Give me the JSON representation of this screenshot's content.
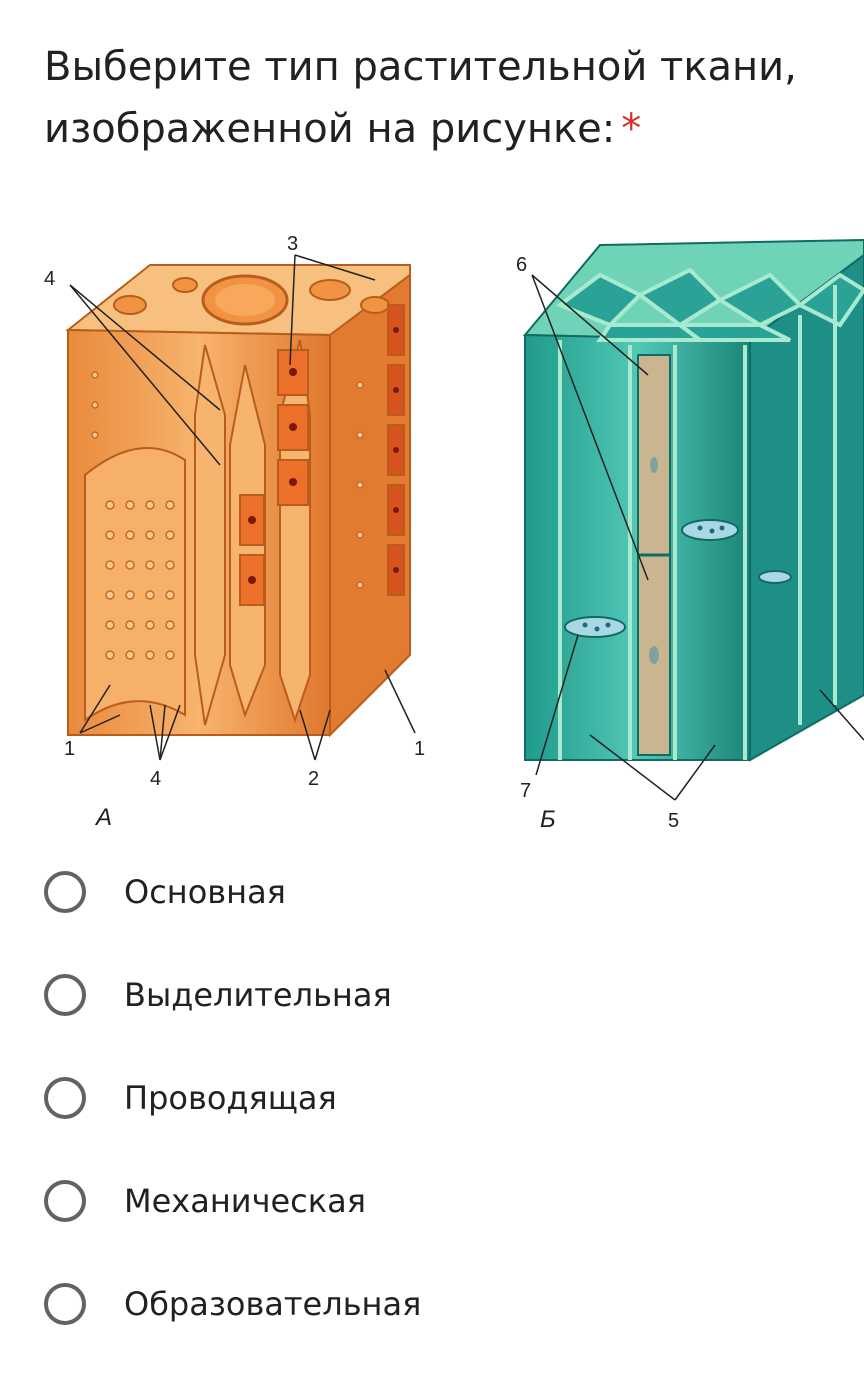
{
  "question": {
    "title_line1": "Выберите тип растительной ткани,",
    "title_line2": "изображенной на рисунке:",
    "required_mark": "*"
  },
  "figure": {
    "panel_a": {
      "letter": "А",
      "labels": [
        "4",
        "3",
        "1",
        "4",
        "2",
        "1"
      ]
    },
    "panel_b": {
      "letter": "Б",
      "labels": [
        "6",
        "7",
        "5"
      ]
    },
    "colors": {
      "panel_a_fill": "#f5a55a",
      "panel_a_dark": "#e4782e",
      "panel_b_fill": "#3fb6a8",
      "panel_b_dark": "#1e8f86"
    }
  },
  "options": [
    {
      "label": "Основная",
      "selected": false
    },
    {
      "label": "Выделительная",
      "selected": false
    },
    {
      "label": "Проводящая",
      "selected": false
    },
    {
      "label": "Механическая",
      "selected": false
    },
    {
      "label": "Образовательная",
      "selected": false
    }
  ]
}
